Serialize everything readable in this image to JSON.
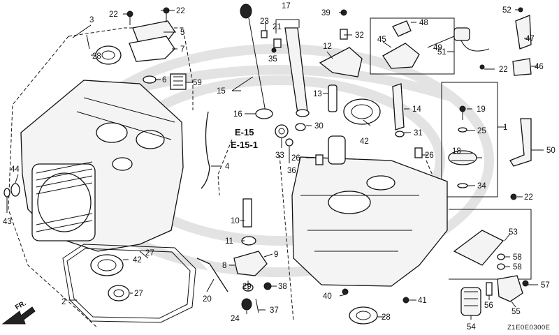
{
  "diagram": {
    "drawing_code": "Z1E0E0300E",
    "direction_label": "FR.",
    "references": [
      "E-15",
      "E-15-1"
    ],
    "callouts": [
      {
        "n": "1"
      },
      {
        "n": "2"
      },
      {
        "n": "3"
      },
      {
        "n": "4"
      },
      {
        "n": "5"
      },
      {
        "n": "6"
      },
      {
        "n": "7"
      },
      {
        "n": "8"
      },
      {
        "n": "9"
      },
      {
        "n": "10"
      },
      {
        "n": "11"
      },
      {
        "n": "12"
      },
      {
        "n": "13"
      },
      {
        "n": "14"
      },
      {
        "n": "15"
      },
      {
        "n": "16"
      },
      {
        "n": "17"
      },
      {
        "n": "18"
      },
      {
        "n": "19"
      },
      {
        "n": "20"
      },
      {
        "n": "21"
      },
      {
        "n": "22"
      },
      {
        "n": "22"
      },
      {
        "n": "22"
      },
      {
        "n": "22"
      },
      {
        "n": "23"
      },
      {
        "n": "24"
      },
      {
        "n": "25"
      },
      {
        "n": "26"
      },
      {
        "n": "26"
      },
      {
        "n": "27"
      },
      {
        "n": "27"
      },
      {
        "n": "28"
      },
      {
        "n": "28"
      },
      {
        "n": "29"
      },
      {
        "n": "30"
      },
      {
        "n": "31"
      },
      {
        "n": "32"
      },
      {
        "n": "33"
      },
      {
        "n": "34"
      },
      {
        "n": "35"
      },
      {
        "n": "36"
      },
      {
        "n": "37"
      },
      {
        "n": "38"
      },
      {
        "n": "39"
      },
      {
        "n": "40"
      },
      {
        "n": "41"
      },
      {
        "n": "42"
      },
      {
        "n": "42"
      },
      {
        "n": "43"
      },
      {
        "n": "44"
      },
      {
        "n": "45"
      },
      {
        "n": "46"
      },
      {
        "n": "47"
      },
      {
        "n": "48"
      },
      {
        "n": "49"
      },
      {
        "n": "50"
      },
      {
        "n": "51"
      },
      {
        "n": "52"
      },
      {
        "n": "53"
      },
      {
        "n": "54"
      },
      {
        "n": "55"
      },
      {
        "n": "56"
      },
      {
        "n": "57"
      },
      {
        "n": "58"
      },
      {
        "n": "58"
      },
      {
        "n": "59"
      }
    ]
  }
}
